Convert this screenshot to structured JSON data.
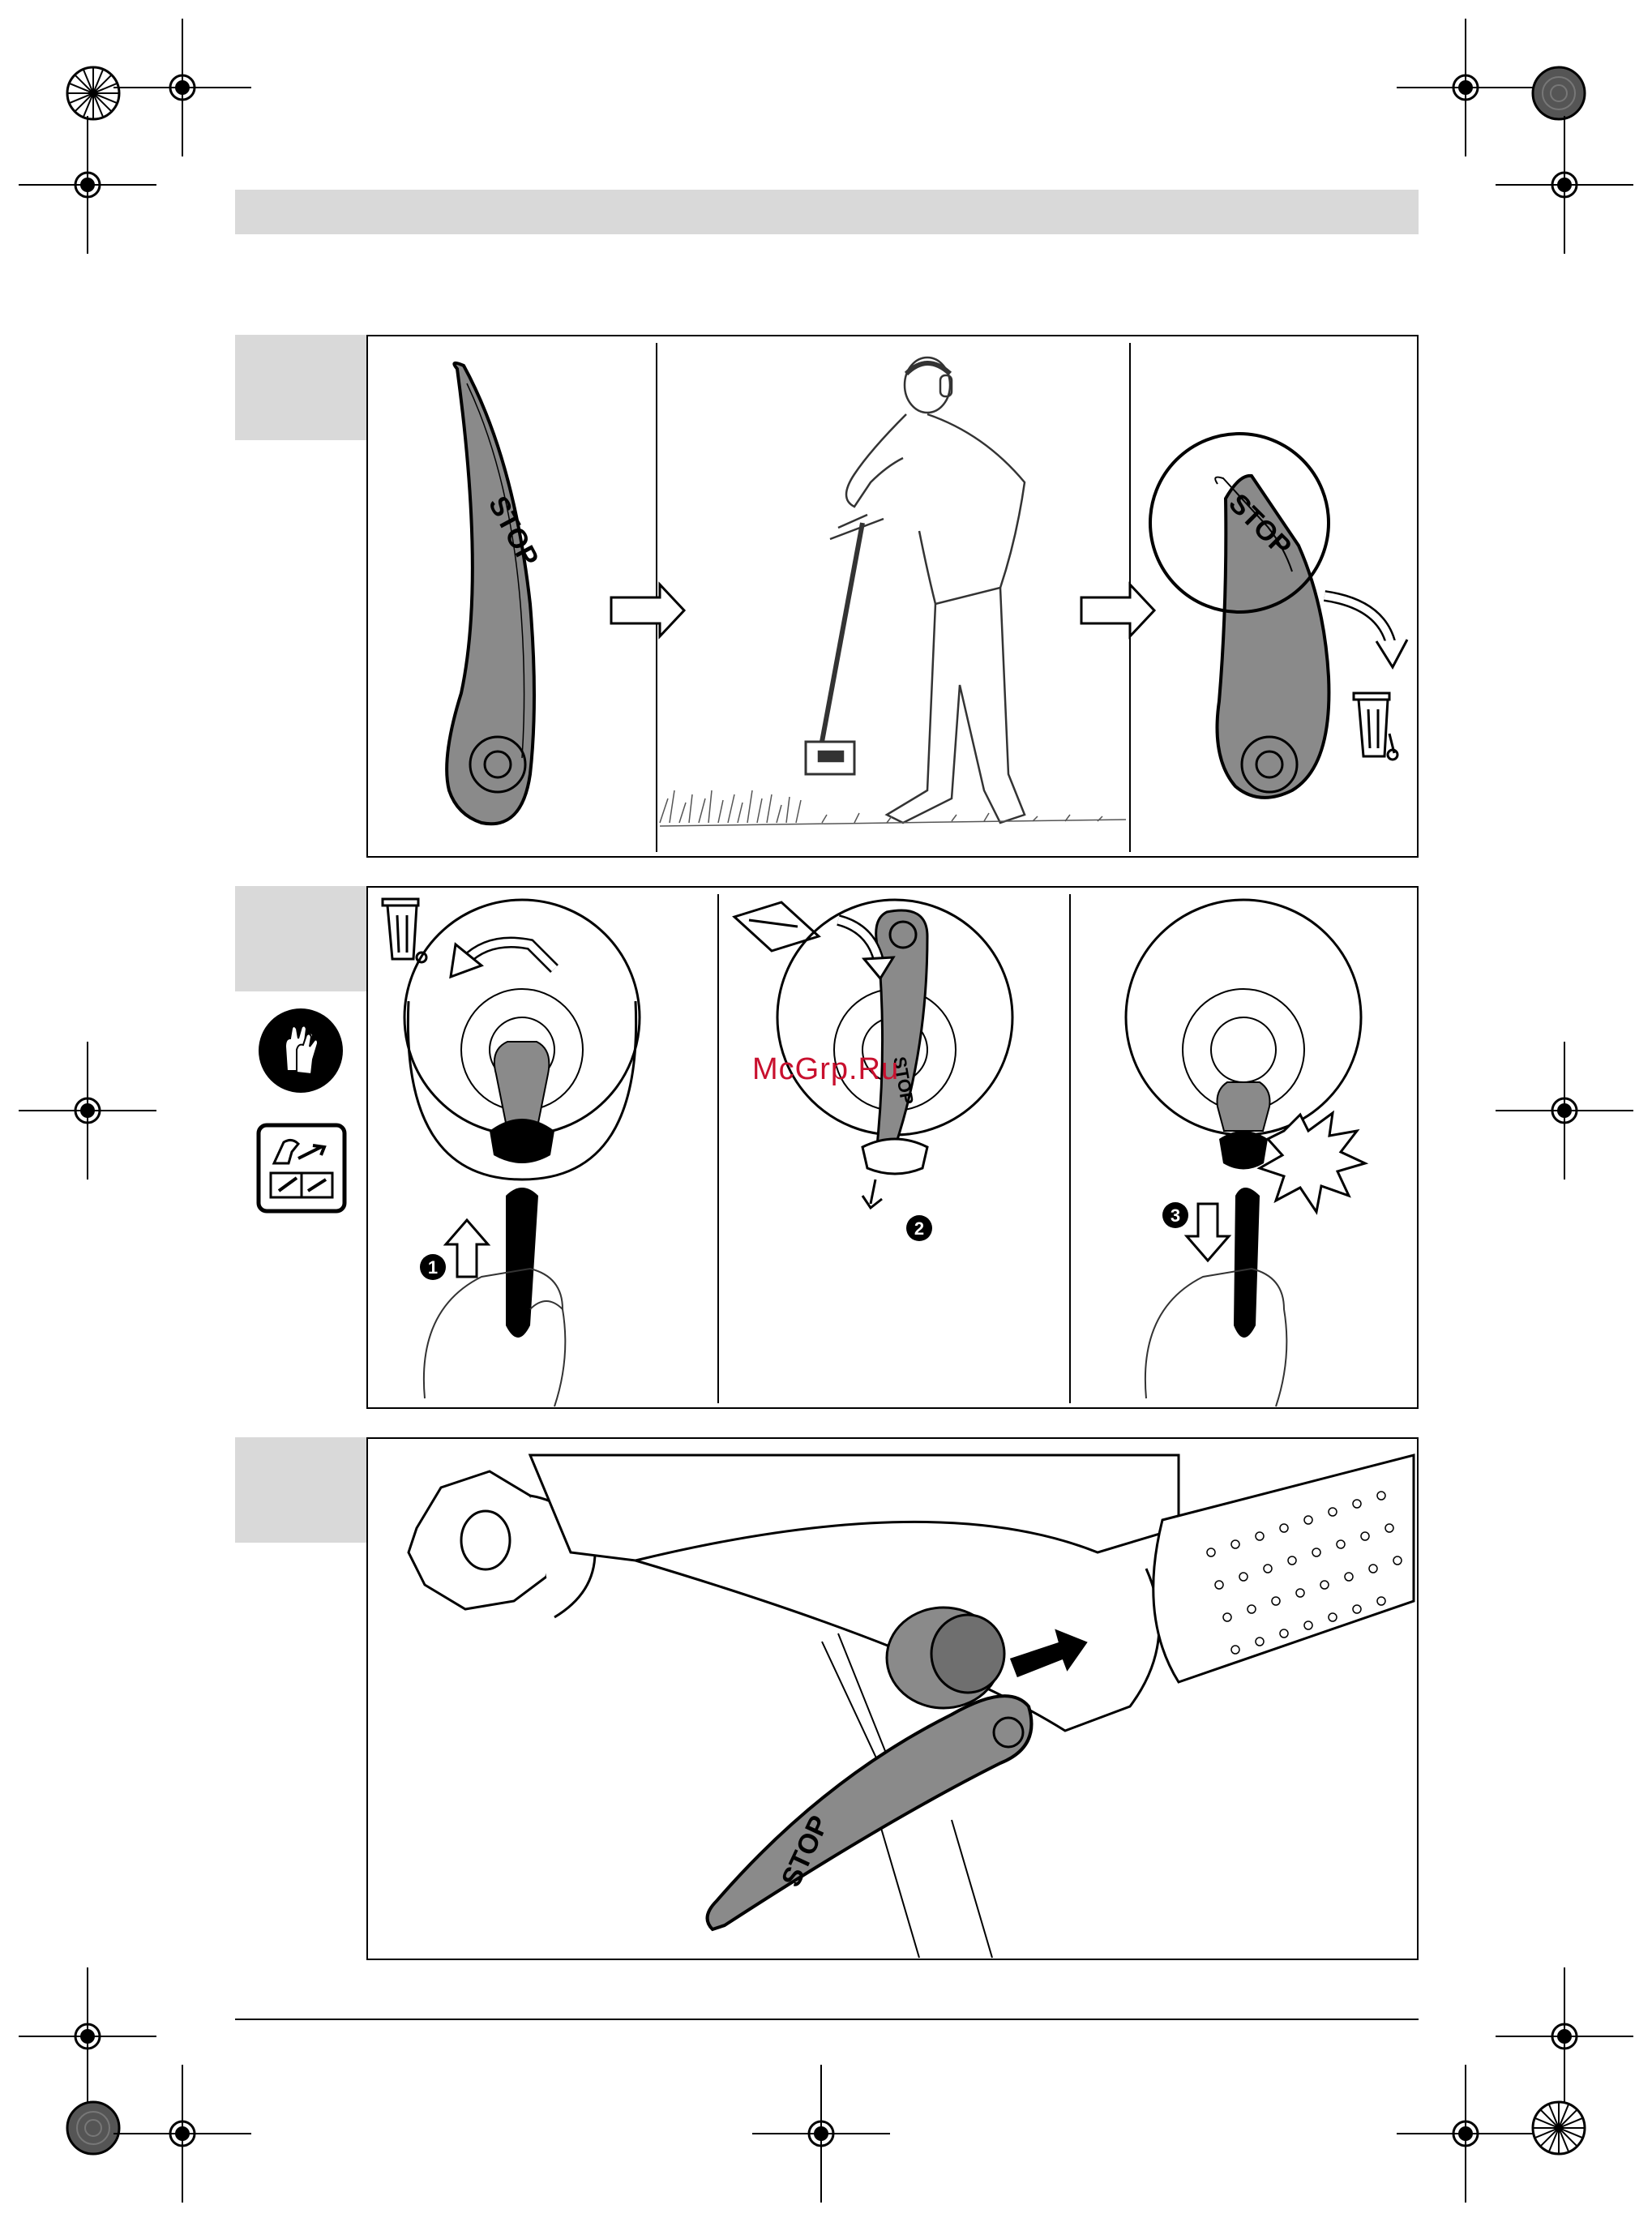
{
  "page": {
    "blade_label": "STOP",
    "step_numbers": [
      "1",
      "2",
      "3"
    ],
    "watermark": "McGrp.Ru"
  },
  "colors": {
    "blade_fill": "#8a8a8a",
    "tab_gray": "#d9d9d9",
    "watermark": "#c8102e",
    "ink": "#000000"
  },
  "icons": [
    "registration-mark-icon",
    "color-calibration-wheel-icon",
    "trash-bin-icon",
    "gloves-icon",
    "tool-manual-icon",
    "arrow-right-icon",
    "curved-arrow-icon"
  ]
}
